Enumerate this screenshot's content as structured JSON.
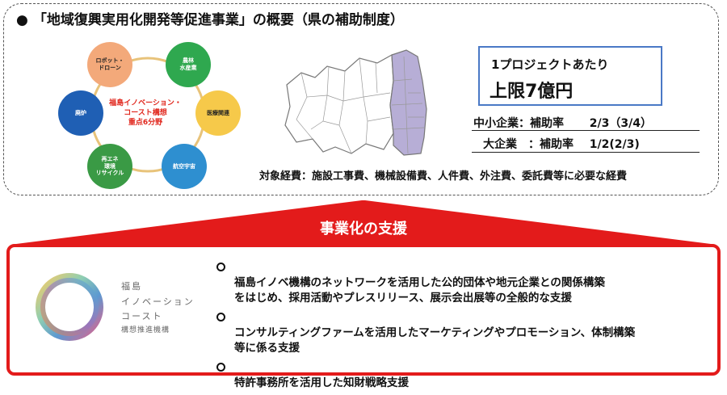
{
  "overview": {
    "bullet": "●",
    "title": "「地域復興実用化開発等促進事業」の概要（県の補助制度）"
  },
  "concept": {
    "hub_text": "福島イノベーション・\nコースト構想\n重点6分野",
    "nodes": [
      {
        "label": "ロボット・\nドローン",
        "color": "#f3a97a"
      },
      {
        "label": "農林\n水産業",
        "color": "#2fa84f"
      },
      {
        "label": "医療関連",
        "color": "#f6c94a"
      },
      {
        "label": "航空宇宙",
        "color": "#2e8fd0"
      },
      {
        "label": "再エネ\n環境\nリサイクル",
        "color": "#3a9a45"
      },
      {
        "label": "廃炉",
        "color": "#1f5fb4"
      }
    ]
  },
  "map": {
    "highlight_color": "#b7aed6",
    "outline_color": "#777777"
  },
  "subsidy": {
    "per_project": "1プロジェクトあたり",
    "cap": "上限7億円",
    "sme_label": "中小企業：補助率",
    "sme_rate": "2/3（3/4）",
    "large_label": "大企業　：補助率",
    "large_rate": "1/2(2/3)",
    "expenses": "対象経費：施設工事費、機械設備費、人件費、外注費、委託費等に必要な経費"
  },
  "support": {
    "heading": "事業化の支援",
    "accent_color": "#e31b1b",
    "org_name": [
      "福島",
      "イノベーション",
      "コースト",
      "構想推進機構"
    ],
    "items": [
      "福島イノベ機構のネットワークを活用した公的団体や地元企業との関係構築\nをはじめ、採用活動やプレスリリース、展示会出展等の全般的な支援",
      "コンサルティングファームを活用したマーケティングやプロモーション、体制構築\n等に係る支援",
      "特許事務所を活用した知財戦略支援"
    ]
  }
}
